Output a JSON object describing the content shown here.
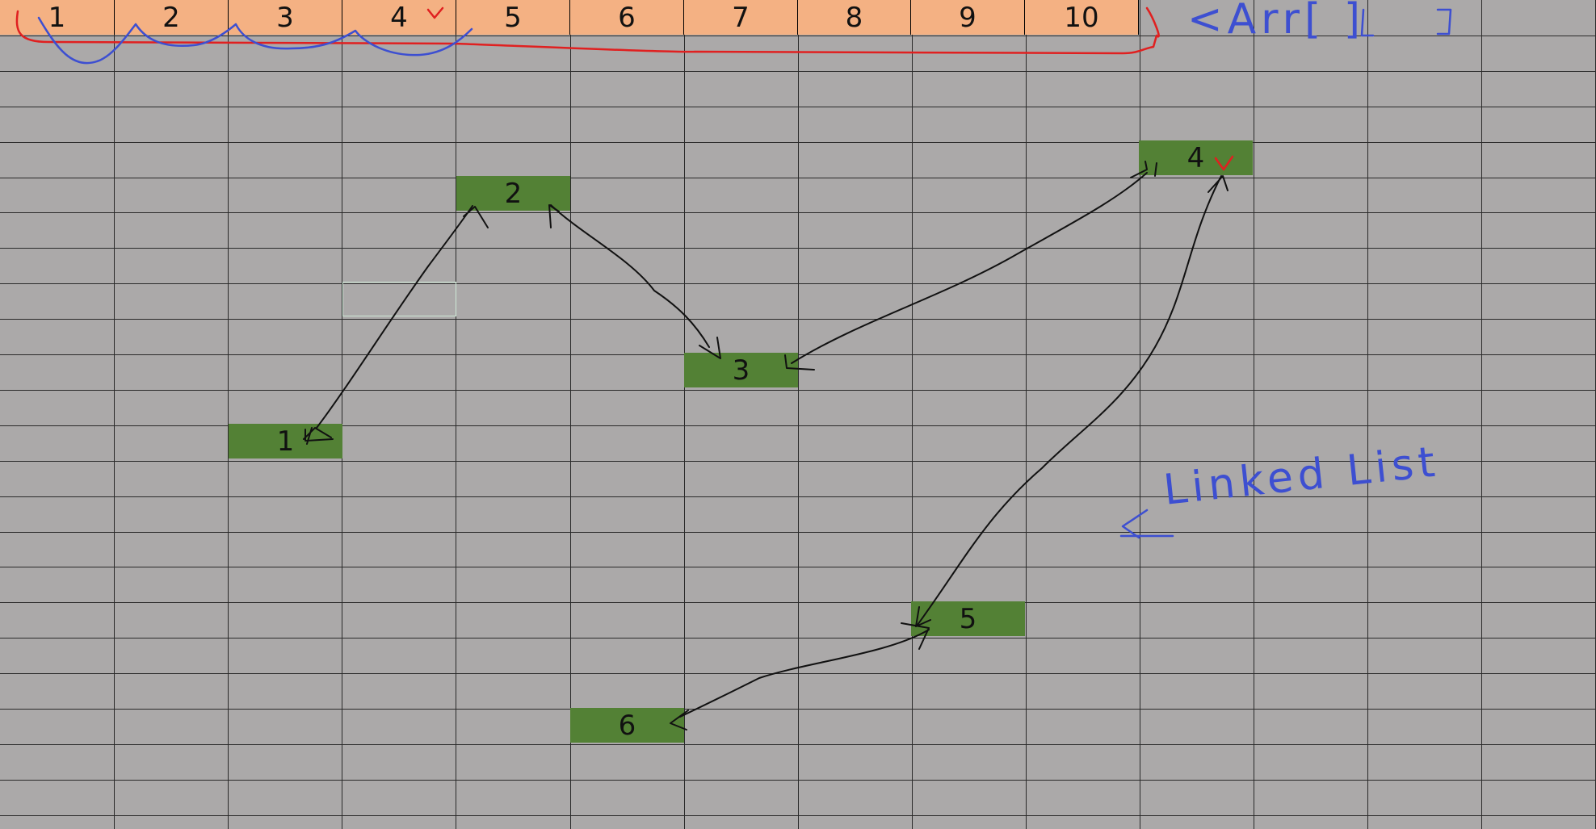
{
  "array_cells": [
    "1",
    "2",
    "3",
    "4",
    "5",
    "6",
    "7",
    "8",
    "9",
    "10"
  ],
  "array_label": "<Arr[ ]",
  "list_label": "Linked List",
  "nodes": [
    {
      "id": "node-1",
      "label": "1"
    },
    {
      "id": "node-2",
      "label": "2"
    },
    {
      "id": "node-3",
      "label": "3"
    },
    {
      "id": "node-4",
      "label": "4"
    },
    {
      "id": "node-5",
      "label": "5"
    },
    {
      "id": "node-6",
      "label": "6"
    }
  ],
  "colors": {
    "sheet": "#aba9a9",
    "header": "#f4b183",
    "node": "#538135",
    "pen_blue": "#3d4fd1",
    "pen_red": "#e02020",
    "pen_black": "#111111"
  }
}
